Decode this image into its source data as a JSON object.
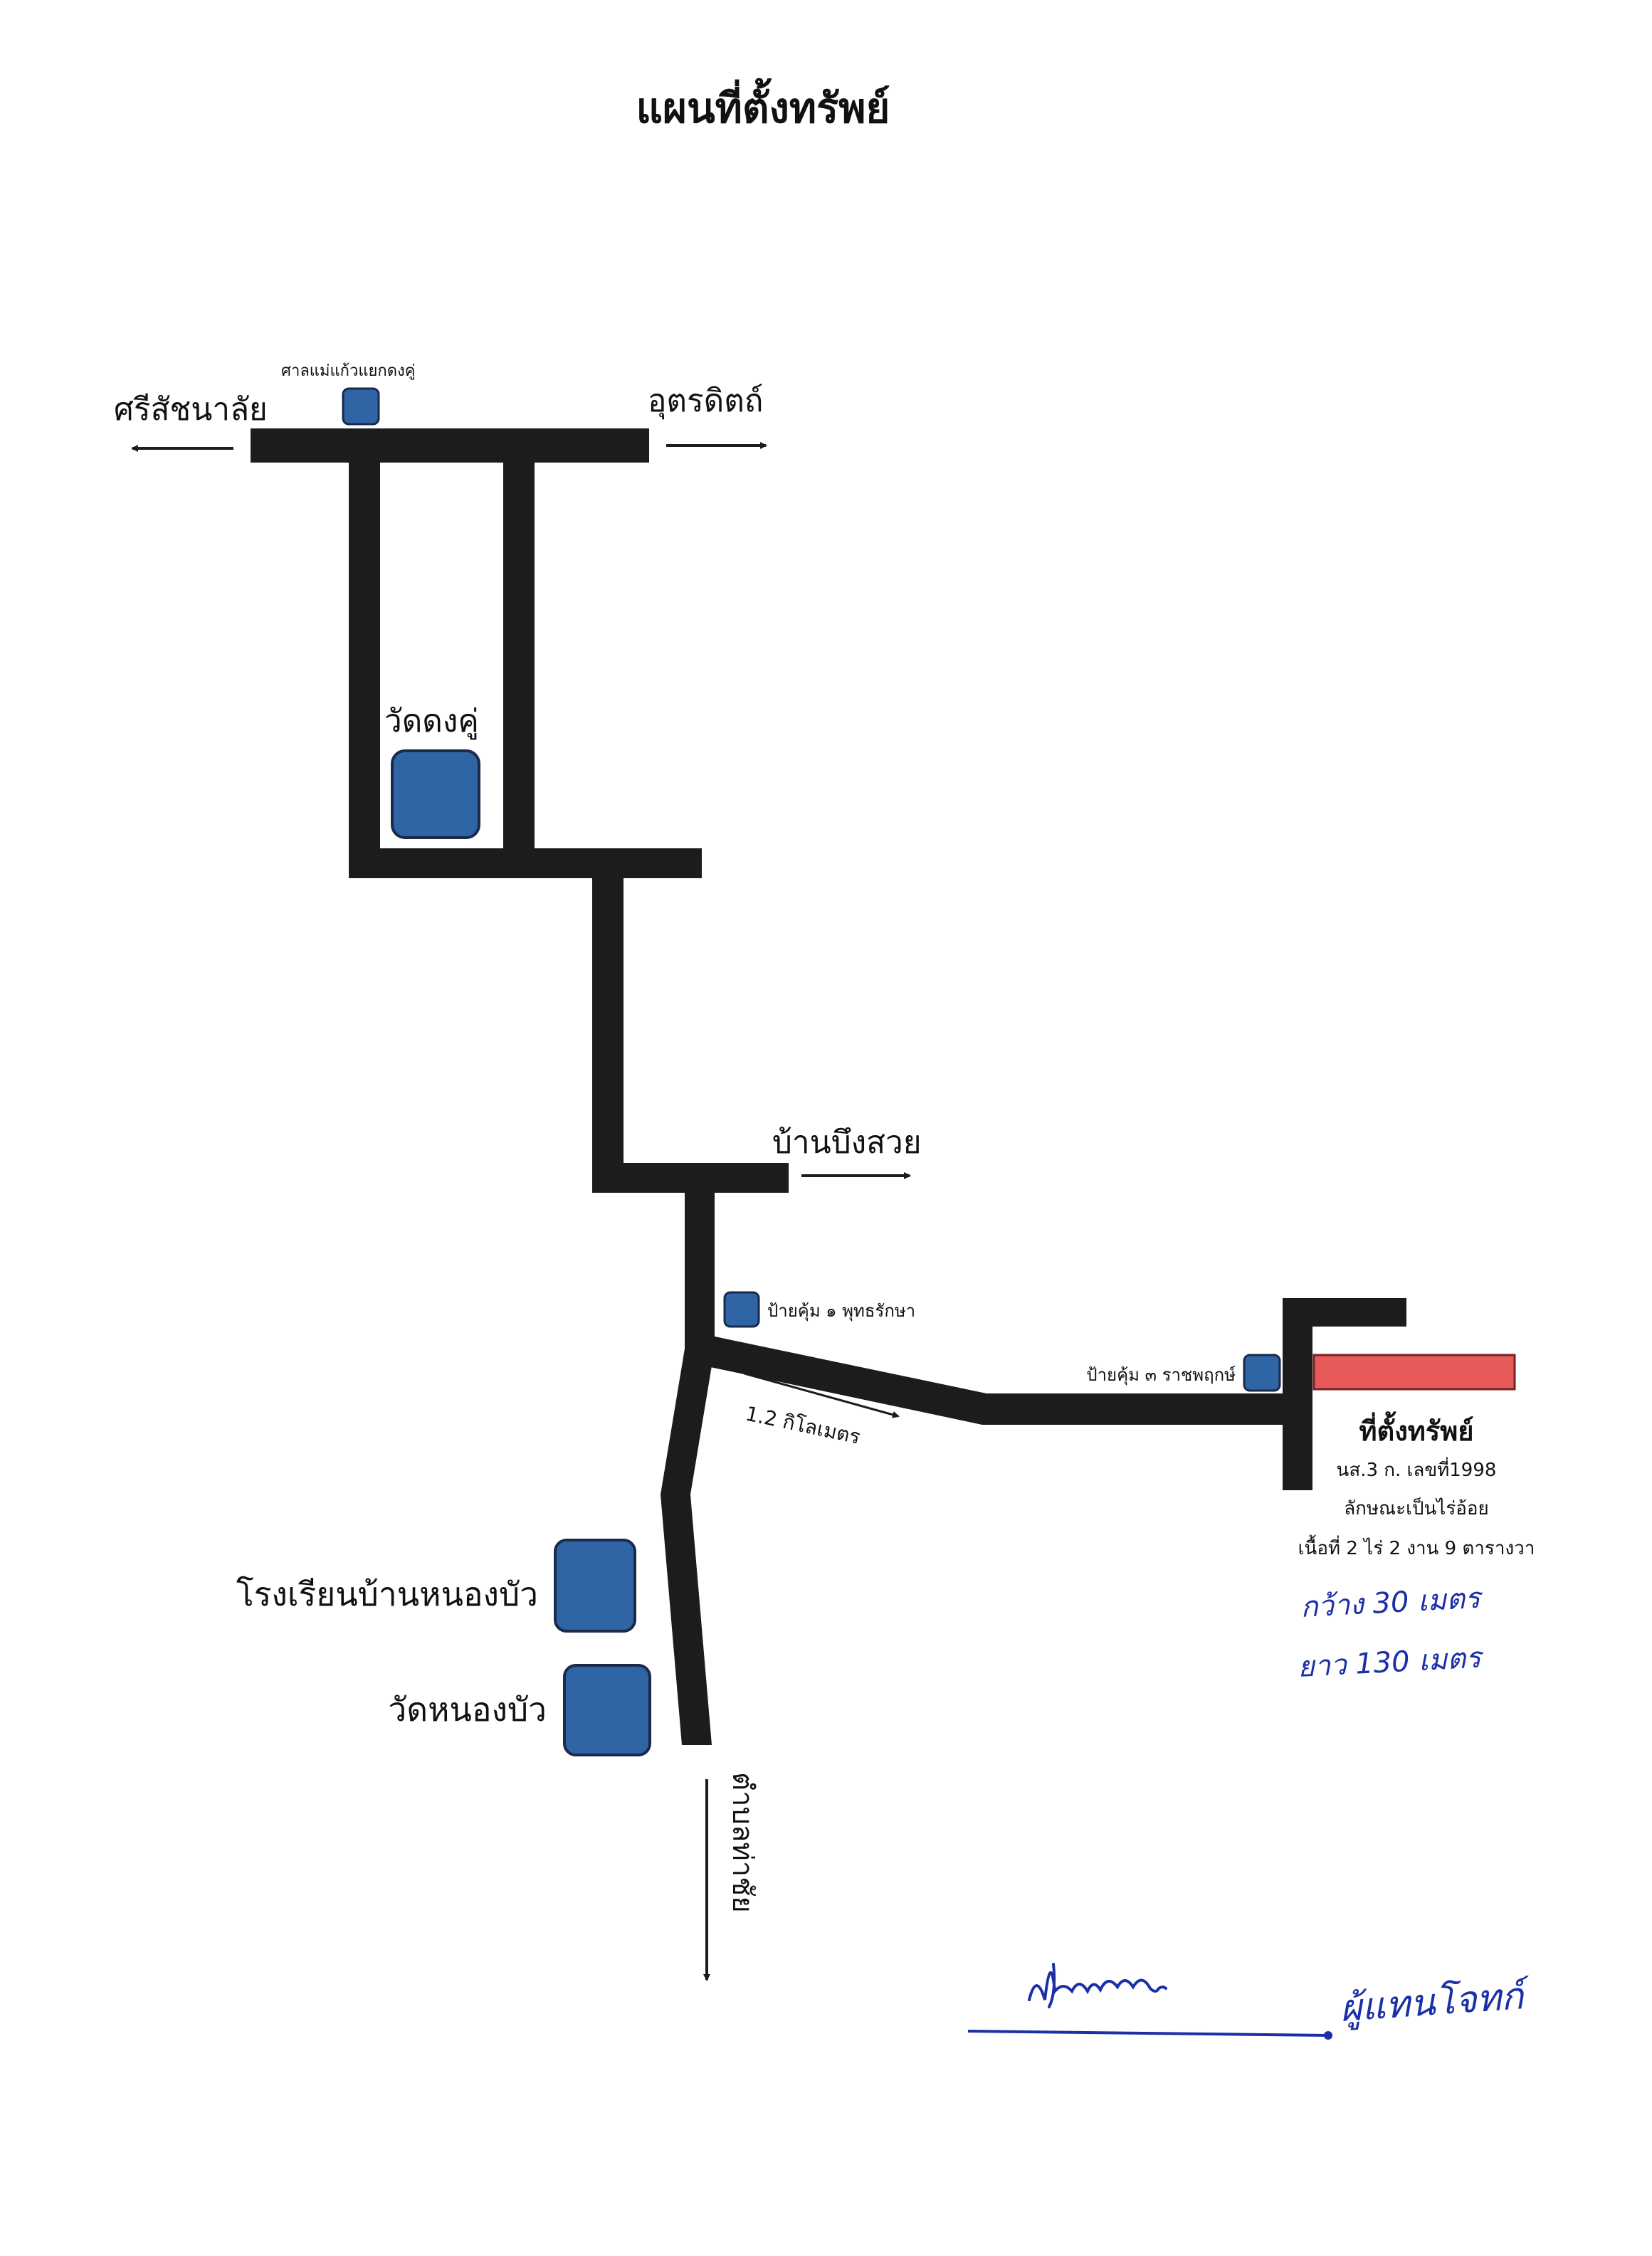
{
  "title": "แผนที่ตั้งทรัพย์",
  "destinations": {
    "west": "ศรีสัชนาลัย",
    "east": "อุตรดิตถ์",
    "ban_bueng_suai": "บ้านบึงสวย",
    "south": "ตำบลท่าชัย"
  },
  "landmarks": {
    "shrine": "ศาลแม่แก้วแยกดงคู่",
    "wat_dong_khu": "วัดดงคู่",
    "bus_stop_1": "ป้ายคุ้ม ๑ พุทธรักษา",
    "bus_stop_3": "ป้ายคุ้ม ๓ ราชพฤกษ์",
    "school": "โรงเรียนบ้านหนองบัว",
    "wat_nong_bua": "วัดหนองบัว"
  },
  "distance": "1.2 กิโลเมตร",
  "property": {
    "heading": "ที่ตั้งทรัพย์",
    "deed": "นส.3 ก. เลขที่1998",
    "character": "ลักษณะเป็นไร่อ้อย",
    "area": "เนื้อที่ 2 ไร่ 2 งาน 9 ตารางวา"
  },
  "handwritten_notes": {
    "frontage": "กว้าง 30 เมตร",
    "depth": "ยาว 130 เมตร",
    "signature_role": "ผู้แทนโจทก์"
  },
  "colors": {
    "road": "#1c1c1c",
    "landmark": "#2f64a5",
    "property": "#e65a5a",
    "ink": "#1b2fa8"
  }
}
